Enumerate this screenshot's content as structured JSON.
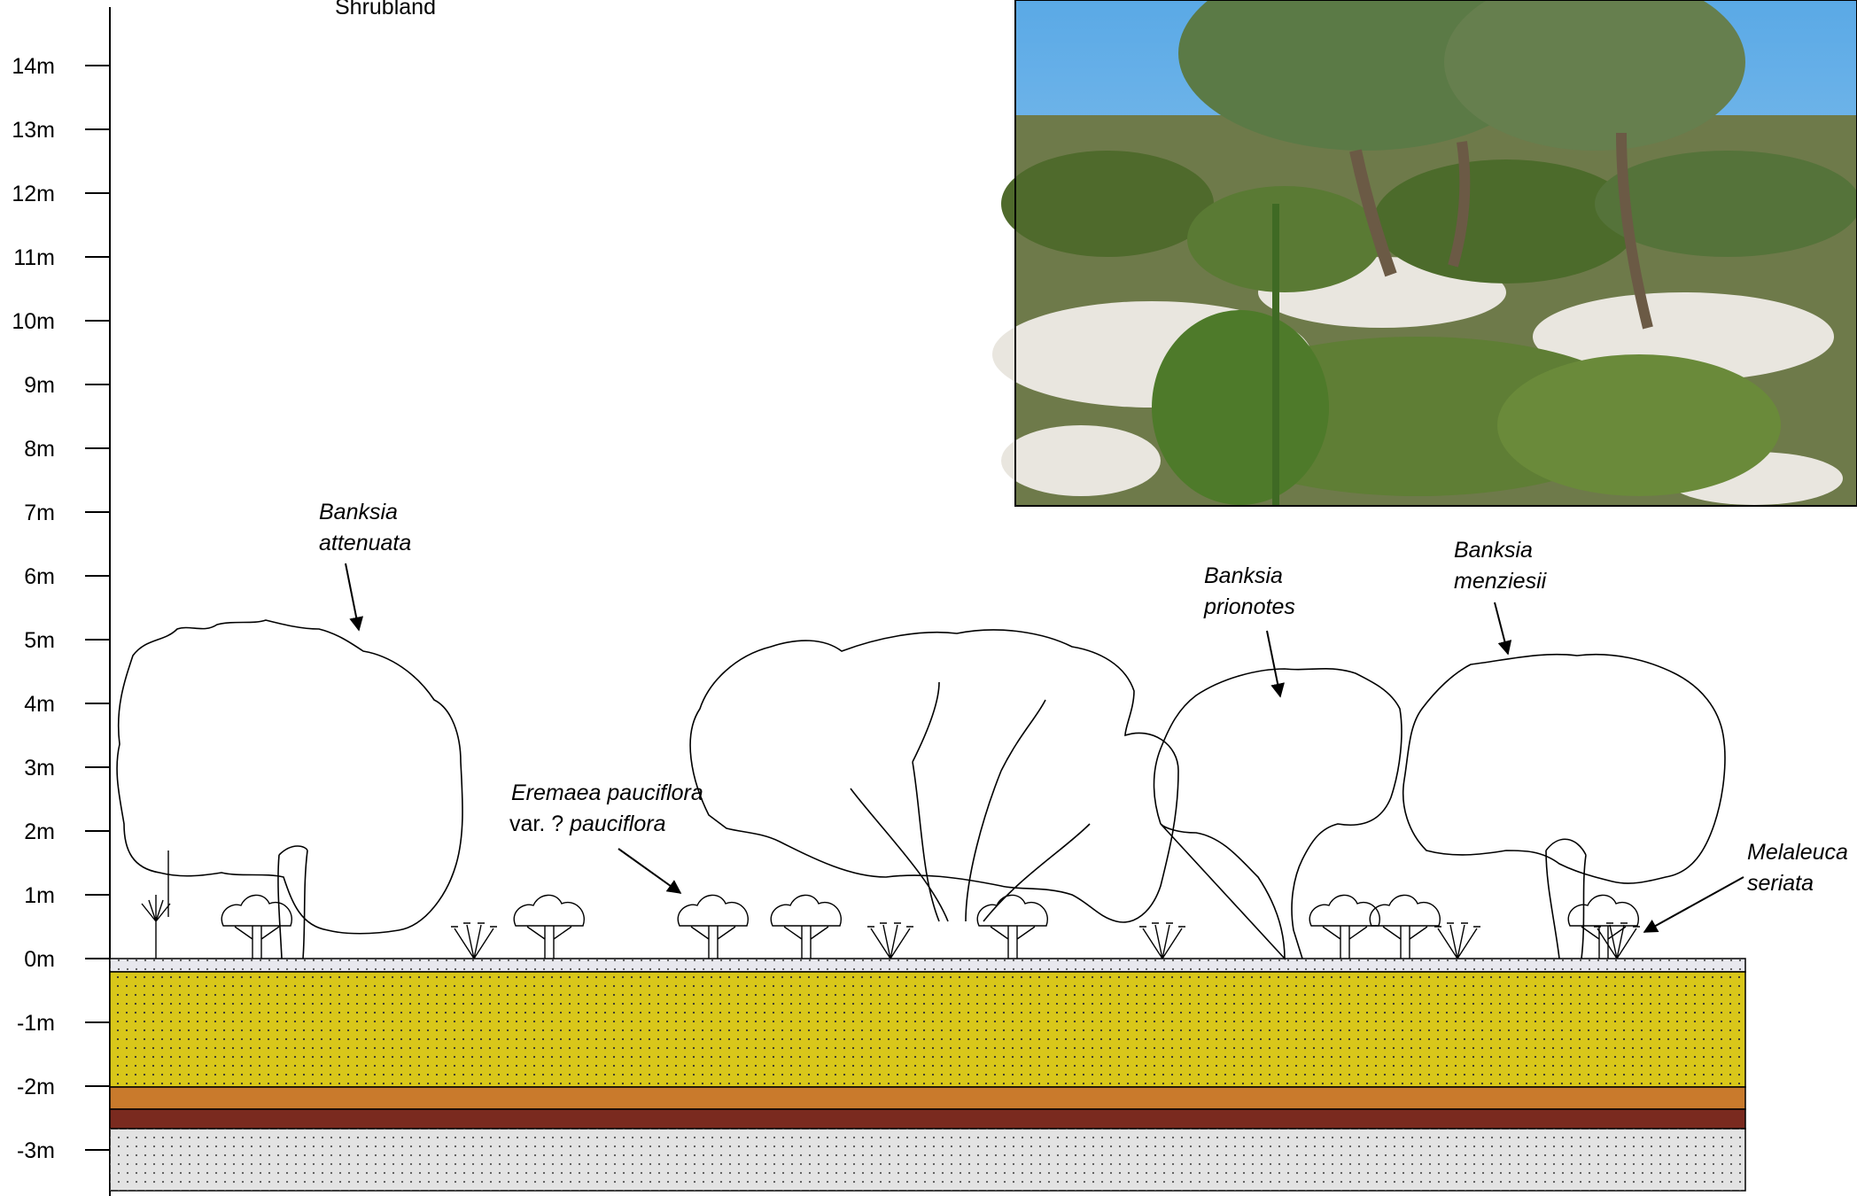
{
  "title": "Shrubland",
  "y_axis": {
    "ticks": [
      "14m",
      "13m",
      "12m",
      "11m",
      "10m",
      "9m",
      "8m",
      "7m",
      "6m",
      "5m",
      "4m",
      "3m",
      "2m",
      "1m",
      "0m",
      "-1m",
      "-2m",
      "-3m"
    ],
    "values": [
      14,
      13,
      12,
      11,
      10,
      9,
      8,
      7,
      6,
      5,
      4,
      3,
      2,
      1,
      0,
      -1,
      -2,
      -3
    ]
  },
  "labels": {
    "banksia_attenuata": [
      "Banksia",
      "attenuata"
    ],
    "eremaea_line1": "Eremaea pauciflora",
    "eremaea_line2_prefix": "var. ? ",
    "eremaea_line2_italic": "pauciflora",
    "banksia_prionotes": [
      "Banksia",
      "prionotes"
    ],
    "banksia_menziesii": [
      "Banksia",
      "menziesii"
    ],
    "melaleuca_seriata": [
      "Melaleuca",
      "seriata"
    ]
  },
  "photo": {
    "description_icon": "photo-landscape-icon"
  },
  "colors": {
    "topsoil": "#e8e8ee",
    "sand_yellow": "#d9c71a",
    "orange_layer": "#c97a2c",
    "brown_layer": "#7a2a1f",
    "grey_layer": "#e3e3e3",
    "sky": "#6fb4e8",
    "vegetation": "#5a7a34",
    "white_sand": "#e9e6df"
  },
  "soil_layers": [
    {
      "name": "topsoil",
      "top_m": 0,
      "bottom_m": -0.2
    },
    {
      "name": "yellow sand",
      "top_m": -0.2,
      "bottom_m": -2.0
    },
    {
      "name": "orange layer",
      "top_m": -2.0,
      "bottom_m": -2.35
    },
    {
      "name": "brown layer",
      "top_m": -2.35,
      "bottom_m": -2.65
    },
    {
      "name": "grey layer",
      "top_m": -2.65,
      "bottom_m": -3.65
    }
  ]
}
